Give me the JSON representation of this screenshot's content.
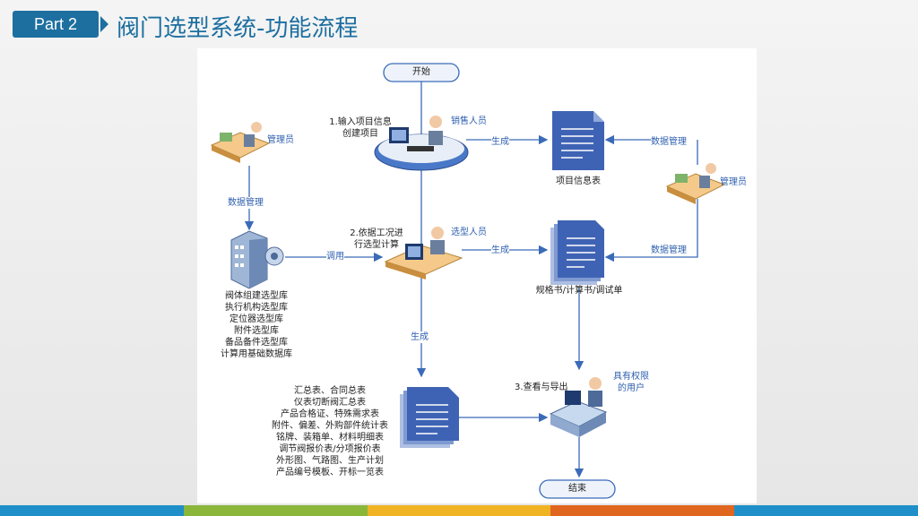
{
  "header": {
    "badge": "Part 2",
    "title": "阀门选型系统-功能流程"
  },
  "nodes": {
    "start": "开始",
    "end": "结束",
    "step1": "1.输入项目信息\n创建项目",
    "step2": "2.依据工况进\n行选型计算",
    "step3": "3.查看与导出",
    "sales": "销售人员",
    "selector": "选型人员",
    "admin_left": "管理员",
    "admin_right": "管理员",
    "authorized_user": "具有权限\n的用户",
    "project_info_table": "项目信息表",
    "spec_docs": "规格书/计算书/调试单",
    "database_list": "阀体组建选型库\n执行机构选型库\n定位器选型库\n附件选型库\n备品备件选型库\n计算用基础数据库",
    "output_list": "汇总表、合同总表\n仪表切断阀汇总表\n产品合格证、特殊需求表\n附件、偏差、外购部件统计表\n铭牌、装箱单、材料明细表\n调节阀报价表/分项报价表\n外形图、气路图、生产计划\n产品编号模板、开标一览表"
  },
  "edges": {
    "data_mgmt_left": "数据管理",
    "data_mgmt_right_top": "数据管理",
    "data_mgmt_right_bottom": "数据管理",
    "call": "调用",
    "generate_1": "生成",
    "generate_2": "生成",
    "generate_3": "生成"
  },
  "colors": {
    "brand": "#1d6fa0",
    "doc": "#3f63b4",
    "line": "#3a6ab8"
  },
  "bottom_bar_colors": [
    "#1f8fc9",
    "#8ab63a",
    "#f0b323",
    "#e0661f",
    "#1f8fc9"
  ]
}
